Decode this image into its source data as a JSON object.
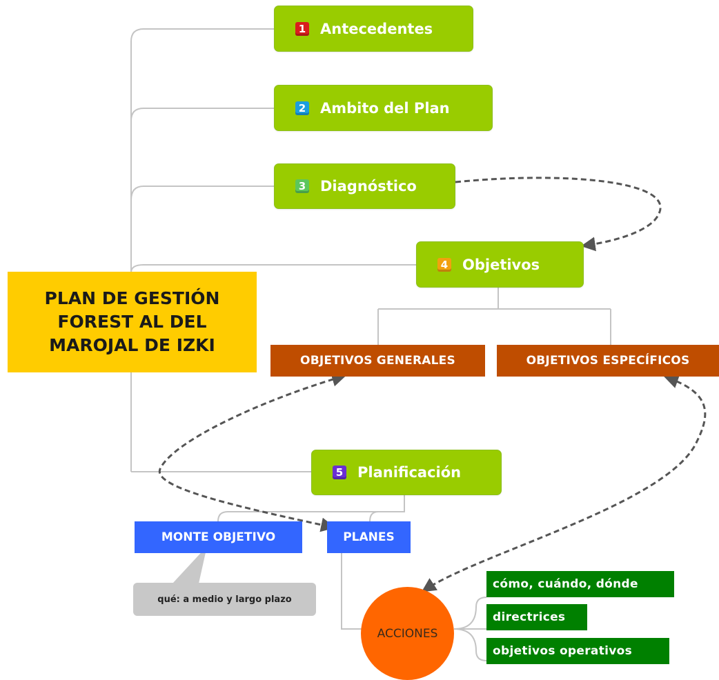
{
  "root": {
    "lines": [
      "PLAN DE GESTIÓN",
      "FOREST AL DEL",
      "MAROJAL DE IZKI"
    ]
  },
  "sections": [
    {
      "num": "1",
      "label": "Antecedentes"
    },
    {
      "num": "2",
      "label": "Ambito del Plan"
    },
    {
      "num": "3",
      "label": "Diagnóstico"
    },
    {
      "num": "4",
      "label": "Objetivos"
    },
    {
      "num": "5",
      "label": "Planificación"
    }
  ],
  "objetivos": {
    "generales": "OBJETIVOS GENERALES",
    "especificos": "OBJETIVOS ESPECÍFICOS"
  },
  "planificacion": {
    "monte_objetivo": "MONTE OBJETIVO",
    "planes": "PLANES",
    "callout": "qué: a medio y largo plazo",
    "acciones": "ACCIONES"
  },
  "acciones_items": [
    "cómo, cuándo, dónde",
    "directrices",
    "objetivos operativos"
  ],
  "colors": {
    "root": "#ffcc00",
    "section": "#99cc00",
    "objective": "#bf4d00",
    "planning": "#3366ff",
    "action_item": "#008000",
    "acciones": "#ff6600",
    "callout": "#c8c8c8"
  },
  "icons": [
    "number-1-icon",
    "number-2-icon",
    "number-3-icon",
    "number-4-icon",
    "number-5-icon"
  ]
}
